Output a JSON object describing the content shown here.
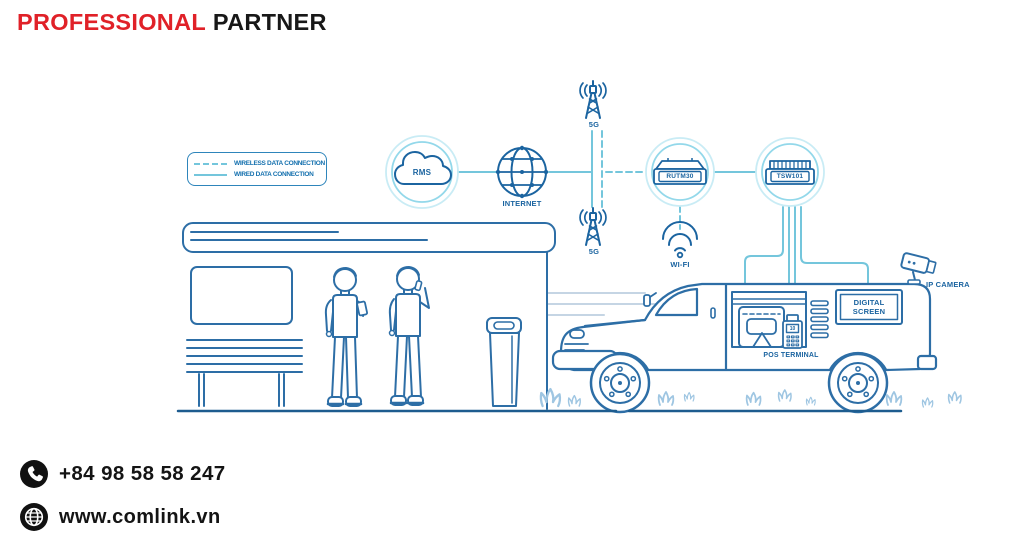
{
  "title": {
    "word_red": "PROFESSIONAL",
    "word_dark": "PARTNER"
  },
  "legend": {
    "wireless": "WIRELESS DATA CONNECTION",
    "wired": "WIRED DATA CONNECTION"
  },
  "nodes": {
    "rms": "RMS",
    "internet": "INTERNET",
    "fiveg_top": "5G",
    "fiveg_bottom": "5G",
    "router": "RUTM30",
    "wifi": "WI-FI",
    "switch": "TSW101",
    "pos": "POS TERMINAL",
    "pos_display": "10",
    "screen": "DIGITAL SCREEN",
    "camera": "IP CAMERA"
  },
  "contact": {
    "phone": "+84 98 58 58 247",
    "website": "www.comlink.vn"
  },
  "colors": {
    "accent_red": "#e02128",
    "text_dark": "#161616",
    "diagram_ink": "#1b64a0",
    "scene_line": "#2d6ea6",
    "connection_cyan": "#74c6dc",
    "ring_light": "#c9ecf5",
    "ring_mid": "#93d8ea",
    "speed_line": "#c5d5e4",
    "grass": "#9fc6e2",
    "ground": "#1d5c8f"
  }
}
